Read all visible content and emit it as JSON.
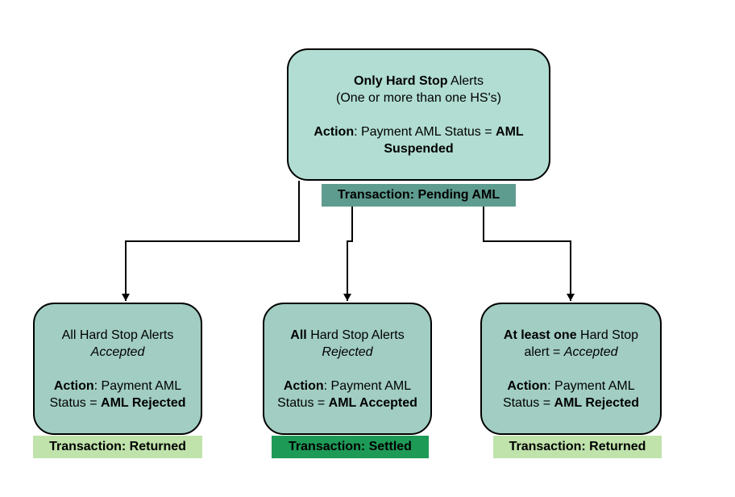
{
  "top_node": {
    "line1_bold": "Only Hard Stop",
    "line1_rest": " Alerts",
    "line2": "(One or more than one HS's)",
    "action_label": "Action",
    "action_text": ": Payment AML Status = ",
    "action_value_1": "AML",
    "action_value_2": "Suspended",
    "status": "Transaction: Pending AML"
  },
  "left_node": {
    "line1": "All Hard Stop Alerts",
    "line2_italic": "Accepted",
    "action_label": "Action",
    "action_text_1": ": Payment AML",
    "action_text_2": "Status = ",
    "action_value": "AML Rejected",
    "status": "Transaction: Returned"
  },
  "mid_node": {
    "line1_bold": "All",
    "line1_rest": " Hard Stop Alerts",
    "line2_italic": "Rejected",
    "action_label": "Action",
    "action_text_1": ": Payment AML",
    "action_text_2": "Status = ",
    "action_value": "AML Accepted",
    "status": "Transaction: Settled"
  },
  "right_node": {
    "line1_bold": "At least one",
    "line1_rest": " Hard Stop",
    "line2_text": "alert = ",
    "line2_italic": "Accepted",
    "action_label": "Action",
    "action_text_1": ": Payment AML",
    "action_text_2": "Status = ",
    "action_value": "AML Rejected",
    "status": "Transaction: Returned"
  },
  "colors": {
    "top_fill": "#b1ddd2",
    "child_fill": "#a1cdc2",
    "pending_badge": "#5e9c8f",
    "returned_badge": "#bfe3ab",
    "settled_badge": "#1e9a57"
  }
}
